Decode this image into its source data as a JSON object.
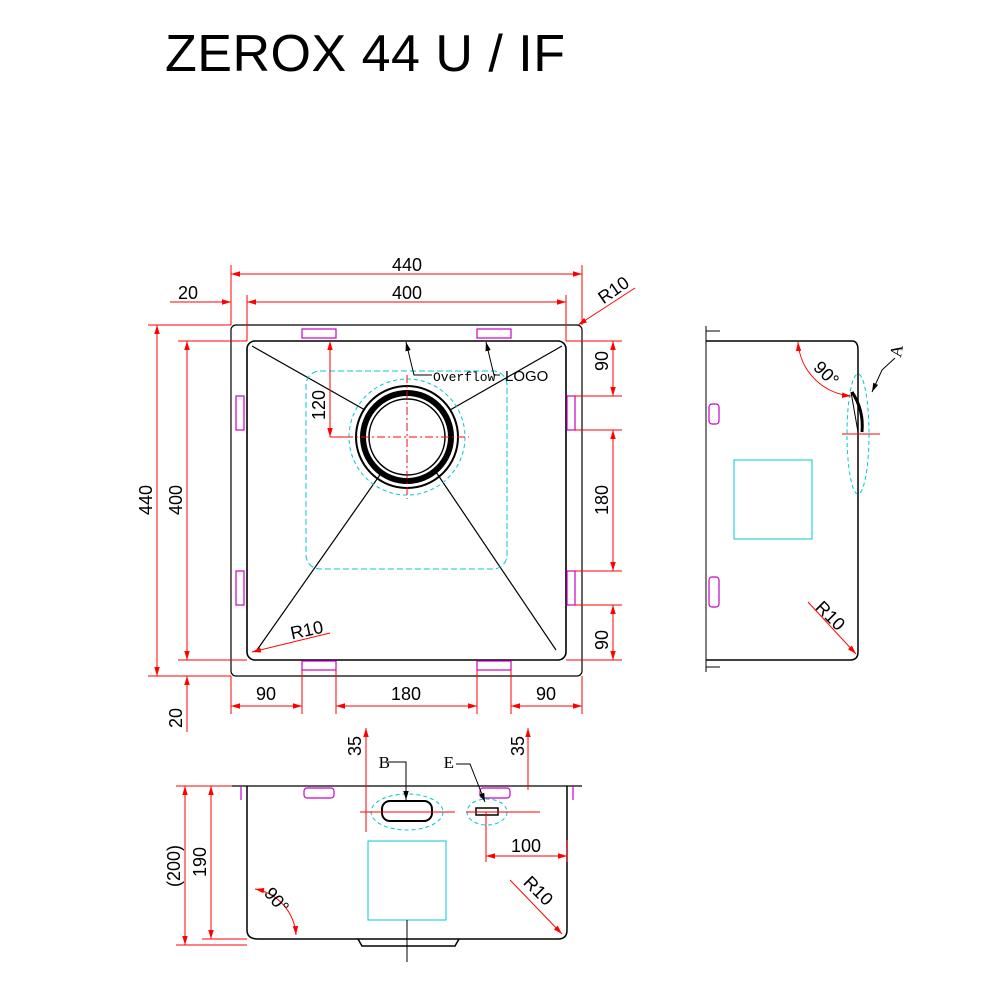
{
  "title": "ZEROX 44 U / IF",
  "colors": {
    "dimension": "#ff0000",
    "outline": "#000000",
    "hidden": "#00c8d2",
    "clip": "#c800c8"
  },
  "top_view": {
    "width_outer": "440",
    "width_inner": "400",
    "flange_left": "20",
    "corner_radius_top": "R10",
    "height_outer": "440",
    "height_inner": "400",
    "flange_bottom": "20",
    "drain_offset": "120",
    "overflow_label": "Overflow",
    "logo_label": "LOGO",
    "bottom_clip_1": "90",
    "bottom_clip_gap": "180",
    "bottom_clip_2": "90",
    "right_clip_1": "90",
    "right_clip_gap": "180",
    "right_clip_2": "90",
    "corner_radius_bottom": "R10"
  },
  "side_view": {
    "angle": "90°",
    "callout_a": "A",
    "corner_radius": "R10"
  },
  "front_view": {
    "height_total": "(200)",
    "height_bowl": "190",
    "depth_b": "35",
    "depth_e": "35",
    "callout_b": "B",
    "callout_e": "E",
    "overflow_offset": "100",
    "corner_radius": "R10",
    "angle": "90°"
  }
}
